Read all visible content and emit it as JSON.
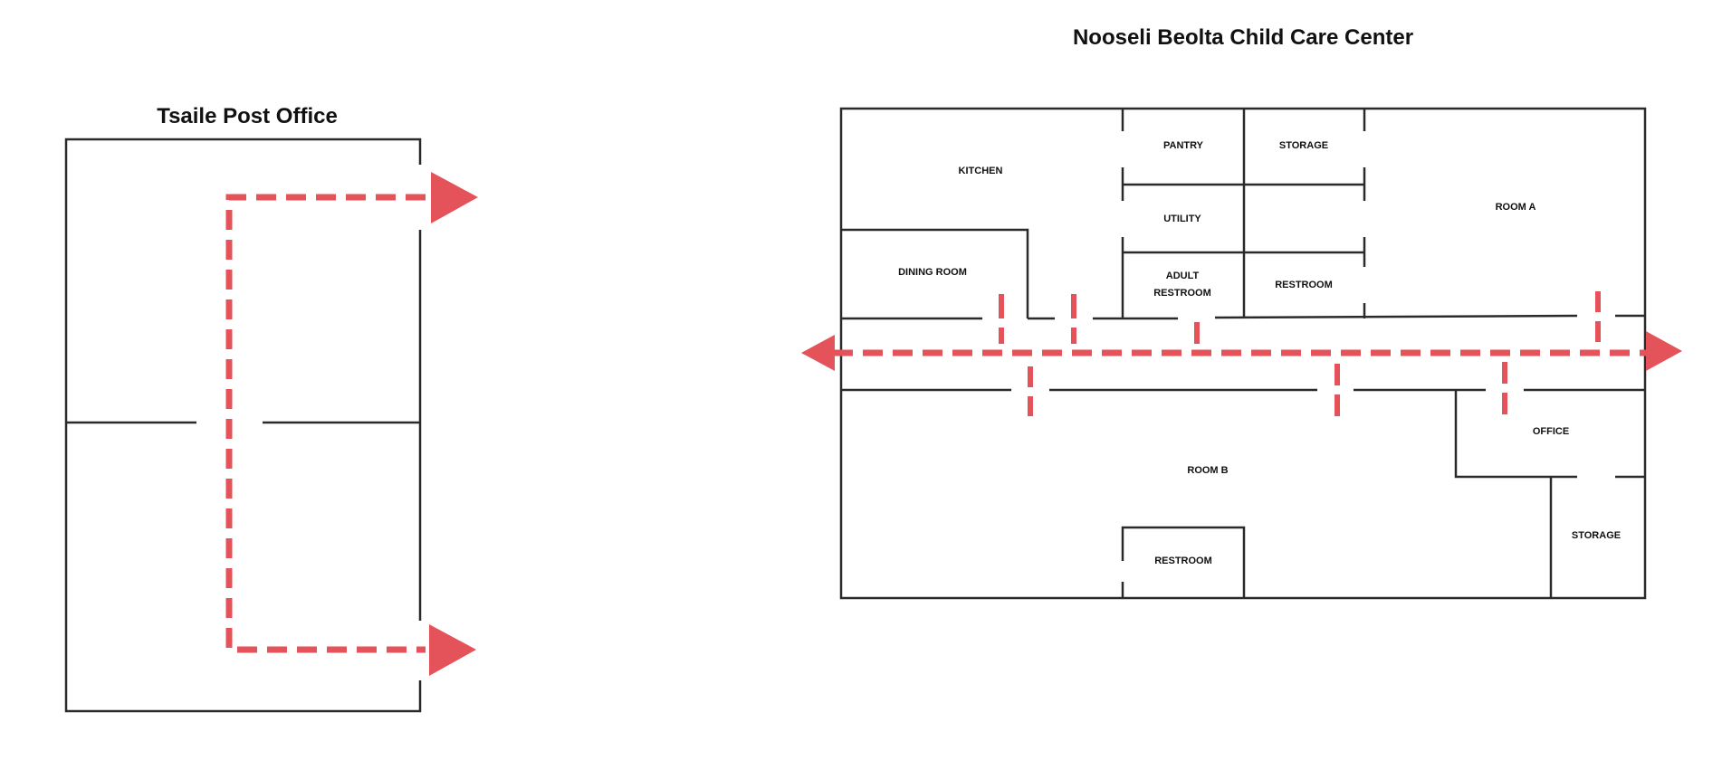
{
  "left_plan": {
    "title": "Tsaile Post Office"
  },
  "right_plan": {
    "title": "Nooseli Beolta Child Care Center",
    "rooms": {
      "kitchen": "KITCHEN",
      "pantry": "PANTRY",
      "storage_top": "STORAGE",
      "utility": "UTILITY",
      "room_a": "ROOM A",
      "dining_room": "DINING ROOM",
      "adult_restroom_line1": "ADULT",
      "adult_restroom_line2": "RESTROOM",
      "restroom_top": "RESTROOM",
      "office": "OFFICE",
      "room_b": "ROOM B",
      "storage_bottom": "STORAGE",
      "restroom_bottom": "RESTROOM"
    }
  },
  "colors": {
    "evacuation_route": "#e5535a",
    "walls": "#2a2a2a"
  }
}
